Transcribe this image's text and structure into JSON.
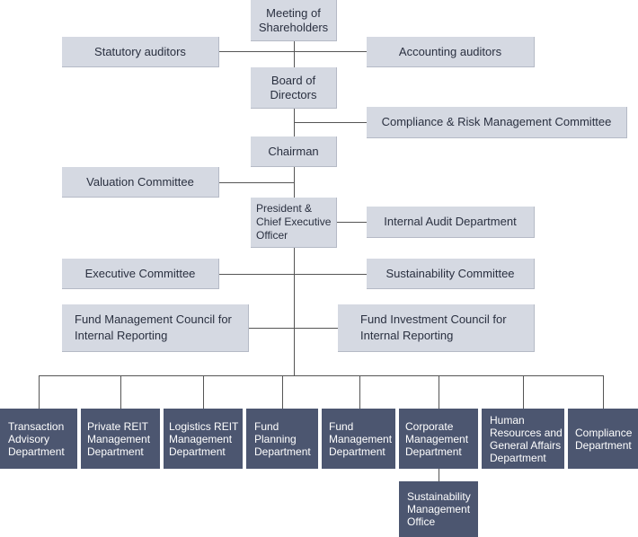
{
  "nodes": {
    "meeting": "Meeting of\nShareholders",
    "statutory": "Statutory auditors",
    "accounting": "Accounting auditors",
    "board": "Board of\nDirectors",
    "compliance_committee": "Compliance & Risk Management Committee",
    "chairman": "Chairman",
    "valuation": "Valuation Committee",
    "president": "President &\nChief Executive\nOfficer",
    "internal_audit": "Internal Audit Department",
    "executive": "Executive Committee",
    "sustainability_committee": "Sustainability Committee",
    "fund_mgmt_council": "Fund Management Council for\nInternal Reporting",
    "fund_inv_council": "Fund Investment Council for\nInternal Reporting"
  },
  "departments": [
    "Transaction\nAdvisory\nDepartment",
    "Private REIT\nManagement\nDepartment",
    "Logistics REIT\nManagement\nDepartment",
    "Fund\nPlanning\nDepartment",
    "Fund\nManagement\nDepartment",
    "Corporate\nManagement\nDepartment",
    "Human\nResources and\nGeneral Affairs\nDepartment",
    "Compliance\nDepartment"
  ],
  "sub_department": "Sustainability\nManagement\nOffice",
  "colors": {
    "light_box": "#d5d9e2",
    "dark_box": "#4c5670",
    "line": "#555555"
  }
}
